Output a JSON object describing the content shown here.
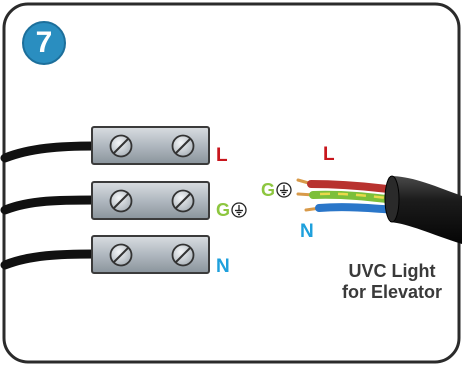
{
  "step": {
    "number": "7"
  },
  "terminals": [
    {
      "label": "L",
      "label_color": "#c8161d",
      "ground_symbol": false
    },
    {
      "label": "G",
      "label_color": "#8dc63f",
      "ground_symbol": true
    },
    {
      "label": "N",
      "label_color": "#1ea0dc",
      "ground_symbol": false
    }
  ],
  "cable_wires": [
    {
      "label": "L",
      "color": "#c8161d",
      "wire_color": "#b8322f"
    },
    {
      "label": "G",
      "color": "#8dc63f",
      "wire_color": "#7cbf3a",
      "ground_symbol": true
    },
    {
      "label": "N",
      "color": "#1ea0dc",
      "wire_color": "#2a76c9"
    }
  ],
  "caption": {
    "line1": "UVC Light",
    "line2": "for Elevator"
  },
  "colors": {
    "frame": "#2b2b2b",
    "badge": "#2a8ec0",
    "cable": "#1a1a1a",
    "terminal_block": "#9aa3ab"
  },
  "icons": [
    "ground-icon",
    "screw-icon"
  ]
}
